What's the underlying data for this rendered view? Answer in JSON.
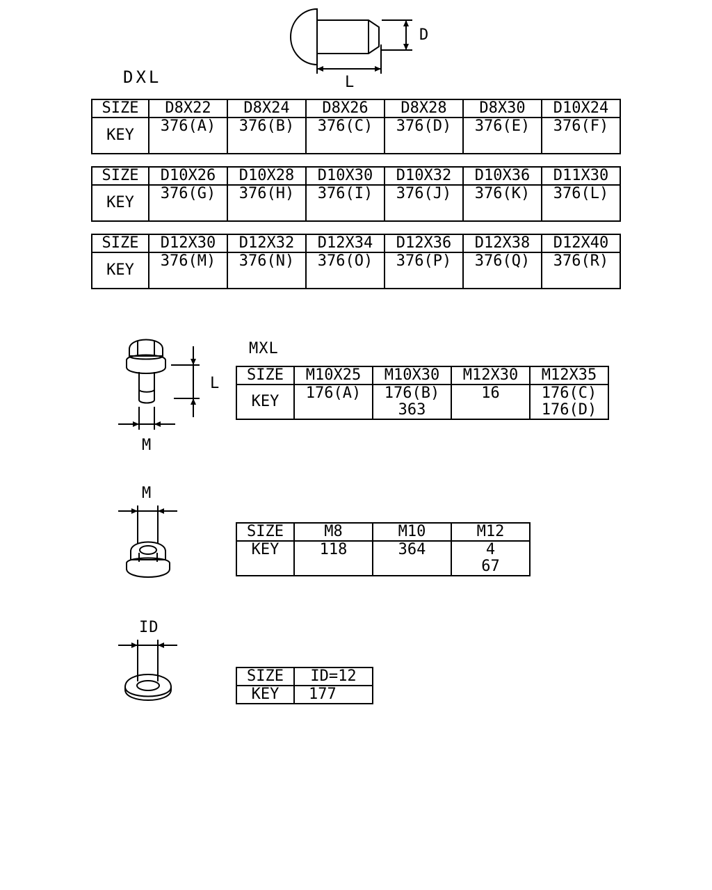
{
  "rivet": {
    "title": "DXL",
    "dim_diameter": "D",
    "dim_length": "L",
    "size_label": "SIZE",
    "key_label": "KEY",
    "rows": [
      {
        "sizes": [
          "D8X22",
          "D8X24",
          "D8X26",
          "D8X28",
          "D8X30",
          "D10X24"
        ],
        "keys": [
          "376(A)",
          "376(B)",
          "376(C)",
          "376(D)",
          "376(E)",
          "376(F)"
        ]
      },
      {
        "sizes": [
          "D10X26",
          "D10X28",
          "D10X30",
          "D10X32",
          "D10X36",
          "D11X30"
        ],
        "keys": [
          "376(G)",
          "376(H)",
          "376(I)",
          "376(J)",
          "376(K)",
          "376(L)"
        ]
      },
      {
        "sizes": [
          "D12X30",
          "D12X32",
          "D12X34",
          "D12X36",
          "D12X38",
          "D12X40"
        ],
        "keys": [
          "376(M)",
          "376(N)",
          "376(O)",
          "376(P)",
          "376(Q)",
          "376(R)"
        ]
      }
    ]
  },
  "bolt": {
    "title": "MXL",
    "dim_length": "L",
    "dim_thread": "M",
    "size_label": "SIZE",
    "key_label": "KEY",
    "sizes": [
      "M10X25",
      "M10X30",
      "M12X30",
      "M12X35"
    ],
    "keys": [
      [
        "176(A)"
      ],
      [
        "176(B)",
        "363"
      ],
      [
        "16"
      ],
      [
        "176(C)",
        "176(D)"
      ]
    ]
  },
  "nut": {
    "dim_thread": "M",
    "size_label": "SIZE",
    "key_label": "KEY",
    "sizes": [
      "M8",
      "M10",
      "M12"
    ],
    "keys": [
      [
        "118"
      ],
      [
        "364"
      ],
      [
        "4",
        "67"
      ]
    ]
  },
  "washer": {
    "dim_id": "ID",
    "size_label": "SIZE",
    "key_label": "KEY",
    "sizes": [
      "ID=12"
    ],
    "keys": [
      [
        "177"
      ]
    ]
  }
}
